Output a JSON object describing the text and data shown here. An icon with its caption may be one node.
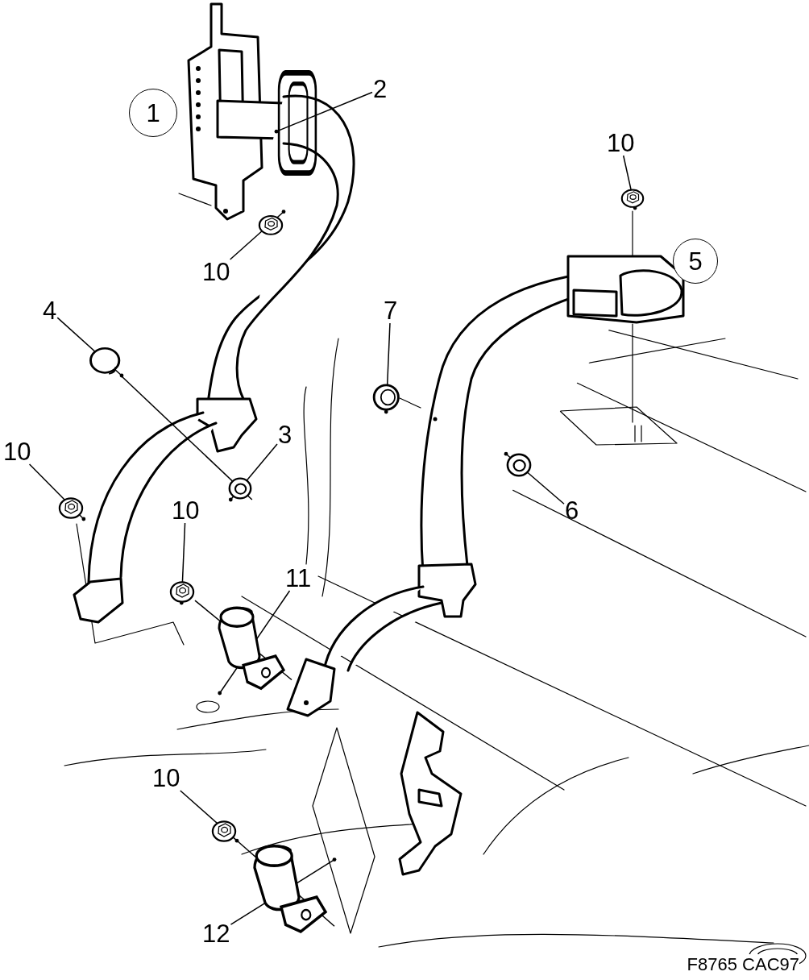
{
  "diagram": {
    "nodes": [
      {
        "text": [
          "1"
        ]
      },
      {
        "text": [
          "2"
        ]
      },
      {
        "text": [],
        "shape": "picture"
      },
      {
        "text": [
          "10"
        ]
      },
      {
        "text": [],
        "shape": "picture"
      },
      {
        "text": [
          "10"
        ]
      },
      {
        "text": [],
        "shape": "picture"
      },
      {
        "text": [
          "5"
        ]
      },
      {
        "text": [
          "4"
        ]
      },
      {
        "text": [],
        "shape": "picture"
      },
      {
        "text": [
          "7"
        ]
      },
      {
        "text": [],
        "shape": "picture"
      },
      {
        "text": [
          "3"
        ]
      },
      {
        "text": [],
        "shape": "picture"
      },
      {
        "text": [
          "10"
        ]
      },
      {
        "text": [],
        "shape": "picture"
      },
      {
        "text": [
          "10"
        ]
      },
      {
        "text": [],
        "shape": "picture"
      },
      {
        "text": [
          "6"
        ]
      },
      {
        "text": [],
        "shape": "picture"
      },
      {
        "text": [
          "11"
        ]
      },
      {
        "text": [],
        "shape": "picture"
      },
      {
        "text": [
          "10"
        ]
      },
      {
        "text": [],
        "shape": "picture"
      },
      {
        "text": [
          "12"
        ]
      },
      {
        "text": [],
        "shape": "picture"
      }
    ],
    "edges": [
      {
        "from": 1,
        "to": 2,
        "arrow": "other"
      },
      {
        "from": 3,
        "to": 4,
        "arrow": "other"
      },
      {
        "from": 5,
        "to": 6,
        "arrow": "other"
      },
      {
        "from": 8,
        "to": 9,
        "arrow": "other"
      },
      {
        "from": 10,
        "to": 11,
        "arrow": "other"
      },
      {
        "from": 12,
        "to": 13,
        "arrow": "other"
      },
      {
        "from": 14,
        "to": 15,
        "arrow": "other"
      },
      {
        "from": 16,
        "to": 17,
        "arrow": "other"
      },
      {
        "from": 18,
        "to": 19,
        "arrow": "other"
      },
      {
        "from": 20,
        "to": 21,
        "arrow": "other"
      },
      {
        "from": 22,
        "to": 23,
        "arrow": "other"
      },
      {
        "from": 24,
        "to": 25,
        "arrow": "other"
      },
      {
        "from": 9,
        "to": 13,
        "arrow": "none"
      },
      {
        "from": 17,
        "to": 21,
        "arrow": "none"
      },
      {
        "from": 23,
        "to": 25,
        "arrow": "none"
      }
    ],
    "labels": [
      "F8765 CAC97"
    ]
  }
}
